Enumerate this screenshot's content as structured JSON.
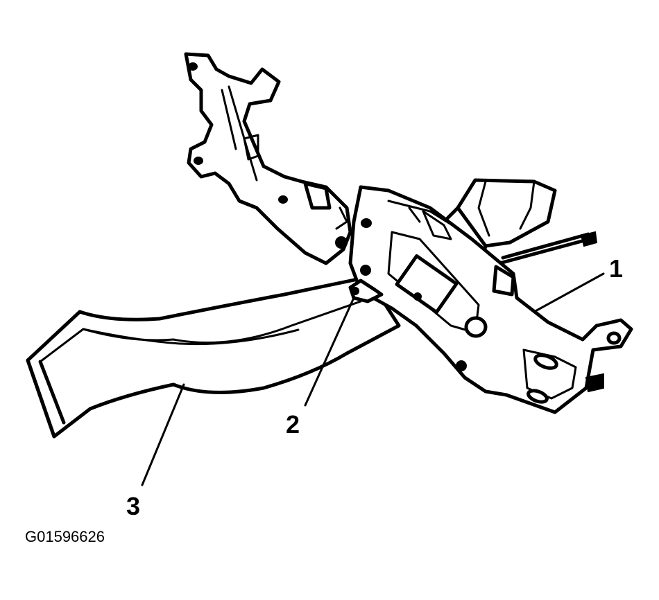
{
  "figure": {
    "id_label": "G01596626",
    "callouts": {
      "c1": "1",
      "c2": "2",
      "c3": "3"
    }
  }
}
